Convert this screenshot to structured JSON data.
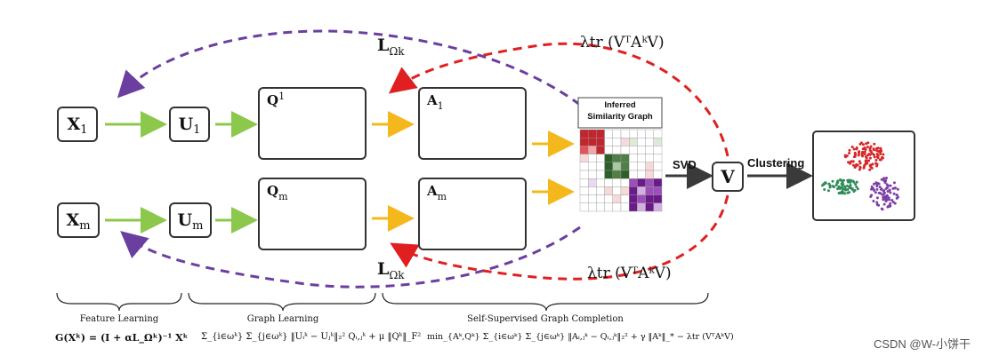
{
  "inputs": {
    "x1": {
      "main": "X",
      "sub": "1"
    },
    "xm": {
      "main": "X",
      "sub": "m"
    }
  },
  "features": {
    "u1": {
      "main": "U",
      "sub": "1"
    },
    "um": {
      "main": "U",
      "sub": "m"
    }
  },
  "graphs": {
    "q1": {
      "main": "Q",
      "sup": "1"
    },
    "qm": {
      "main": "Q",
      "sub": "m"
    },
    "a1": {
      "main": "A",
      "sub": "1"
    },
    "am": {
      "main": "A",
      "sub": "m"
    }
  },
  "inferred_graph": {
    "title_line1": "Inferred",
    "title_line2": "Similarity Graph"
  },
  "svd_label": "SVD",
  "v_label": "V",
  "clustering_label": "Clustering",
  "loss_top": {
    "main": "L",
    "sub": "Ωk"
  },
  "loss_bottom": {
    "main": "L",
    "sub": "Ωk"
  },
  "trace_top": "λtr (VᵀAᵏV)",
  "trace_bottom": "λtr (VᵀAᵏV)",
  "captions": {
    "feature_learning": "Feature Learning",
    "graph_learning": "Graph Learning",
    "graph_completion": "Self-Supervised Graph Completion"
  },
  "formulas": {
    "feature": "G(Xᵏ) = (I + αL_Ωᵏ)⁻¹ Xᵏ",
    "graph": "Σ_{i∈ωᵏ} Σ_{j∈ωᵏ} ‖Uᵢᵏ − Uⱼᵏ‖₂² Qᵢ,ⱼᵏ + μ ‖Qᵏ‖_F²",
    "completion": "min_{Aᵏ,Qᵏ} Σ_{i∈ωᵏ} Σ_{j∈ωᵏ} ‖Aᵢ,ⱼᵏ − Qᵢ,ⱼᵏ‖₂² + γ ‖Aᵏ‖_* − λtr (VᵀAᵏV)"
  },
  "watermark": "CSDN @W-小饼干",
  "colors": {
    "green_arrow": "#8cc84b",
    "yellow_arrow": "#f5b81c",
    "purple_dash": "#6b3fa0",
    "red_dash": "#e02020",
    "dark_arrow": "#3a3a3a",
    "node_red": "#8b2a2a",
    "node_green": "#2e7d4f",
    "cluster_red": "#d62728",
    "cluster_green": "#2e8b57",
    "cluster_purple": "#7b3fa6"
  }
}
